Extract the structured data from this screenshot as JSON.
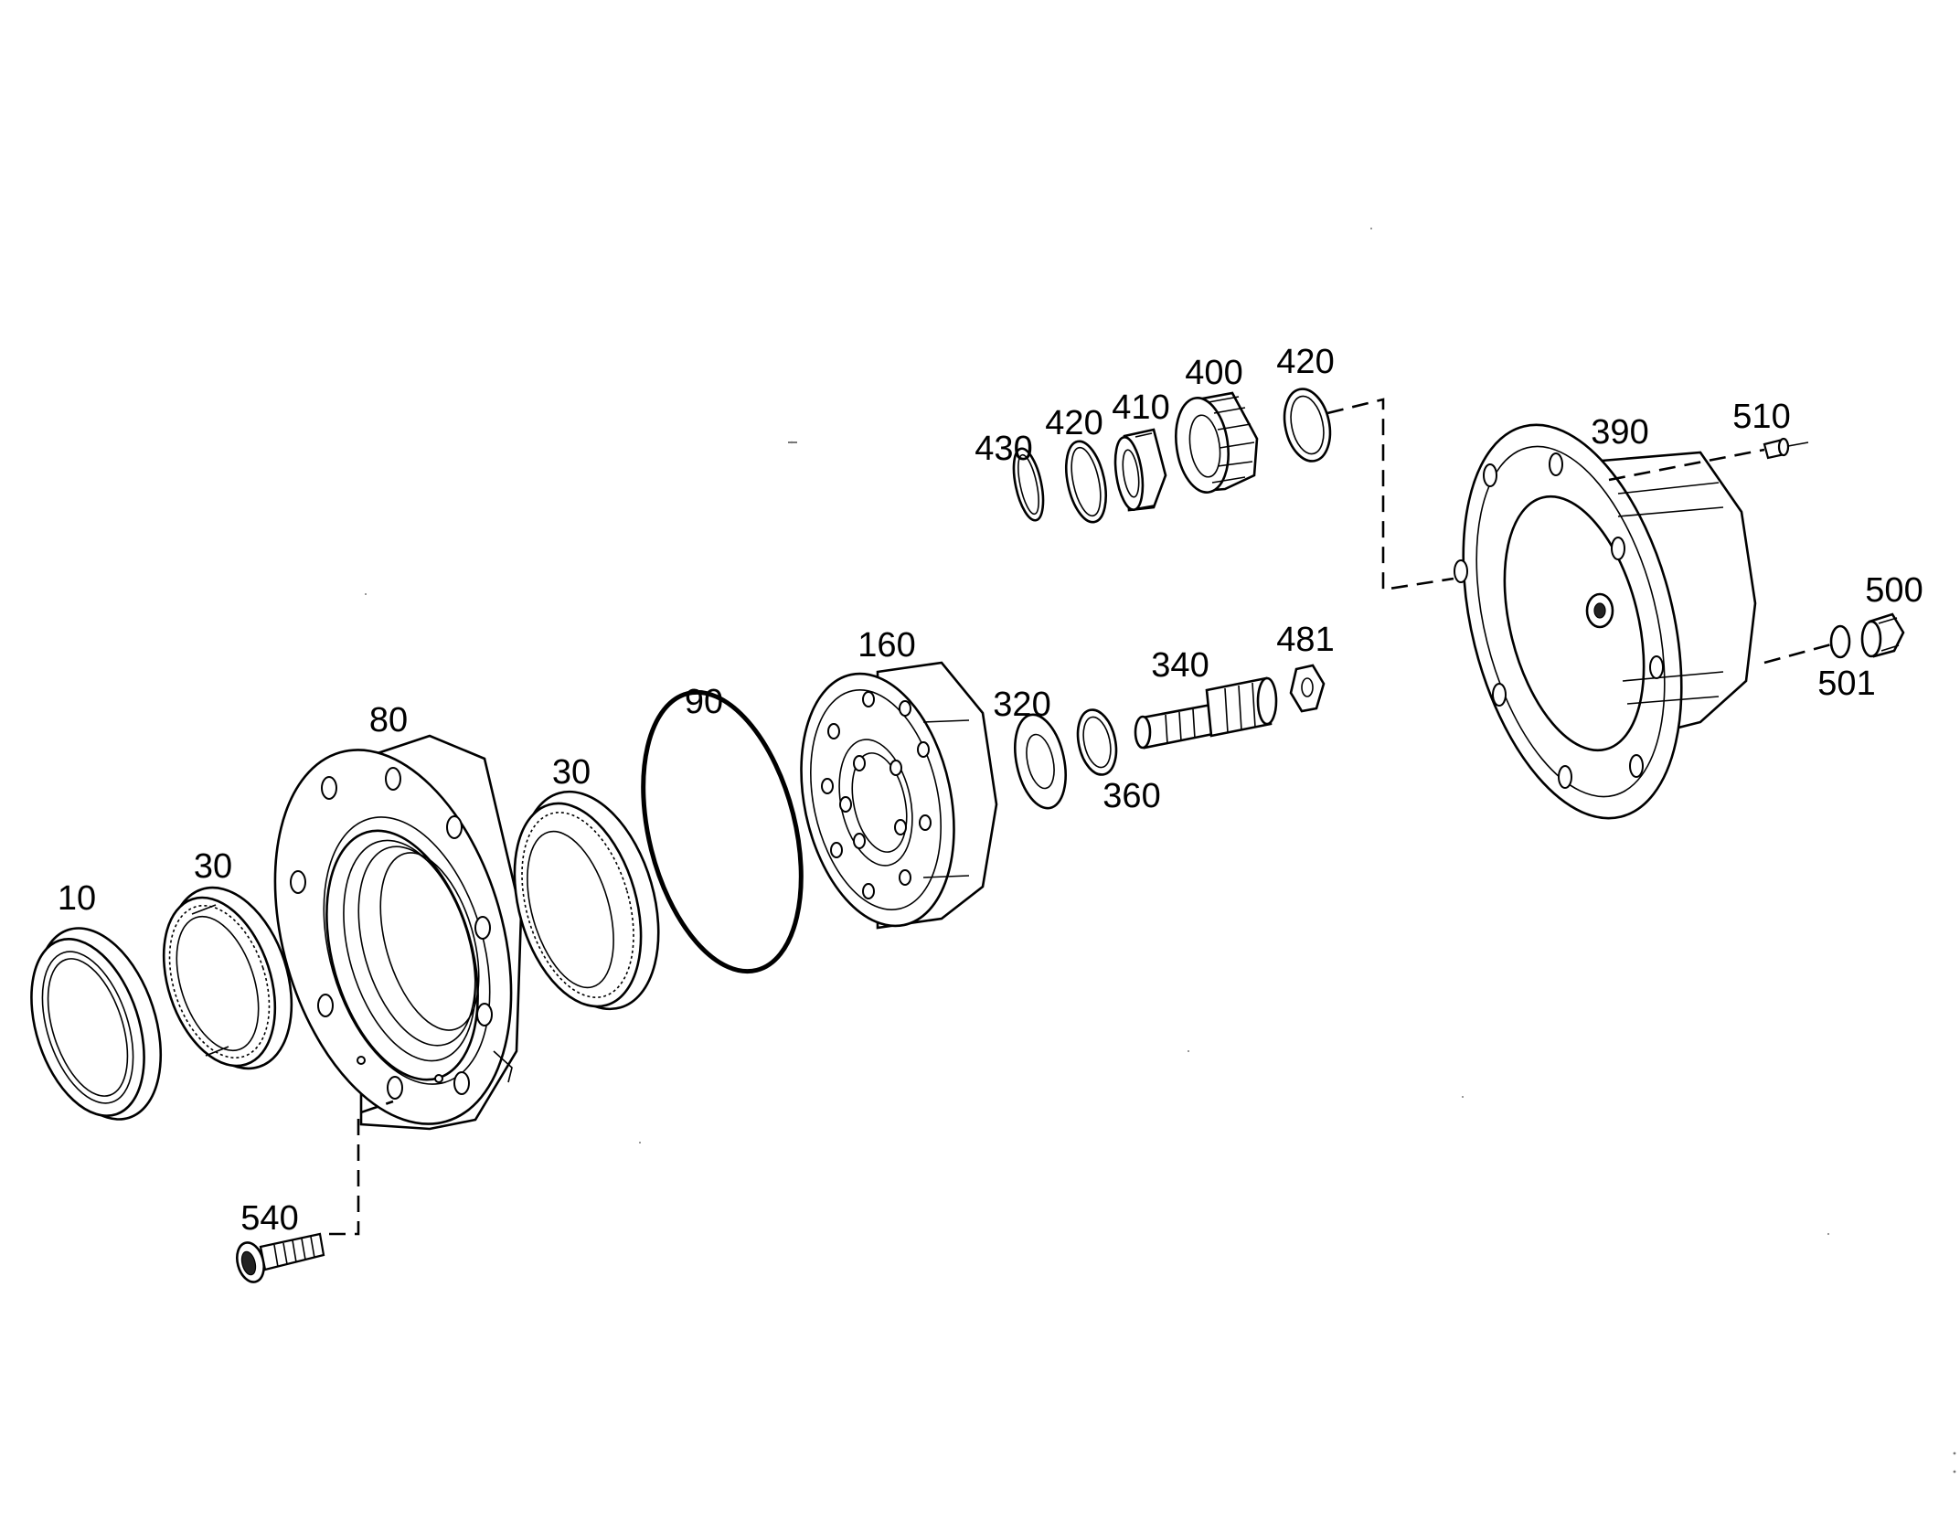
{
  "callouts": {
    "p10": "10",
    "p30a": "30",
    "p80": "80",
    "p30b": "30",
    "p90": "90",
    "p160": "160",
    "p320": "320",
    "p360": "360",
    "p340": "340",
    "p481": "481",
    "p430": "430",
    "p420a": "420",
    "p410": "410",
    "p400": "400",
    "p420b": "420",
    "p390": "390",
    "p510": "510",
    "p500": "500",
    "p501": "501",
    "p540": "540"
  },
  "colors": {
    "line": "#000000",
    "background": "#ffffff"
  }
}
